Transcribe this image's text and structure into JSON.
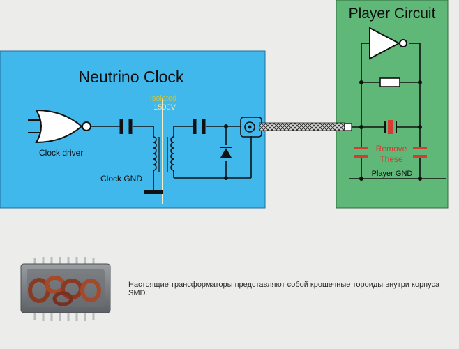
{
  "clock_panel": {
    "title": "Neutrino Clock",
    "driver_label": "Clock driver",
    "gnd_label": "Clock GND",
    "isolation_label_1": "Isolated",
    "isolation_label_2": "1500V",
    "background": "#41b8ec"
  },
  "player_panel": {
    "title": "Player Circuit",
    "remove_label_1": "Remove",
    "remove_label_2": "These",
    "gnd_label": "Player GND",
    "background": "#5fb878",
    "highlight_color": "#d63a32"
  },
  "photo_caption": "Настоящие трансформаторы представляют собой крошечные тороиды внутри корпуса SMD.",
  "icons": [
    "nor-gate-icon",
    "inverter-icon",
    "transformer-icon",
    "diode-icon",
    "capacitor-icon",
    "resistor-icon",
    "crystal-icon",
    "smd-chip-photo"
  ]
}
